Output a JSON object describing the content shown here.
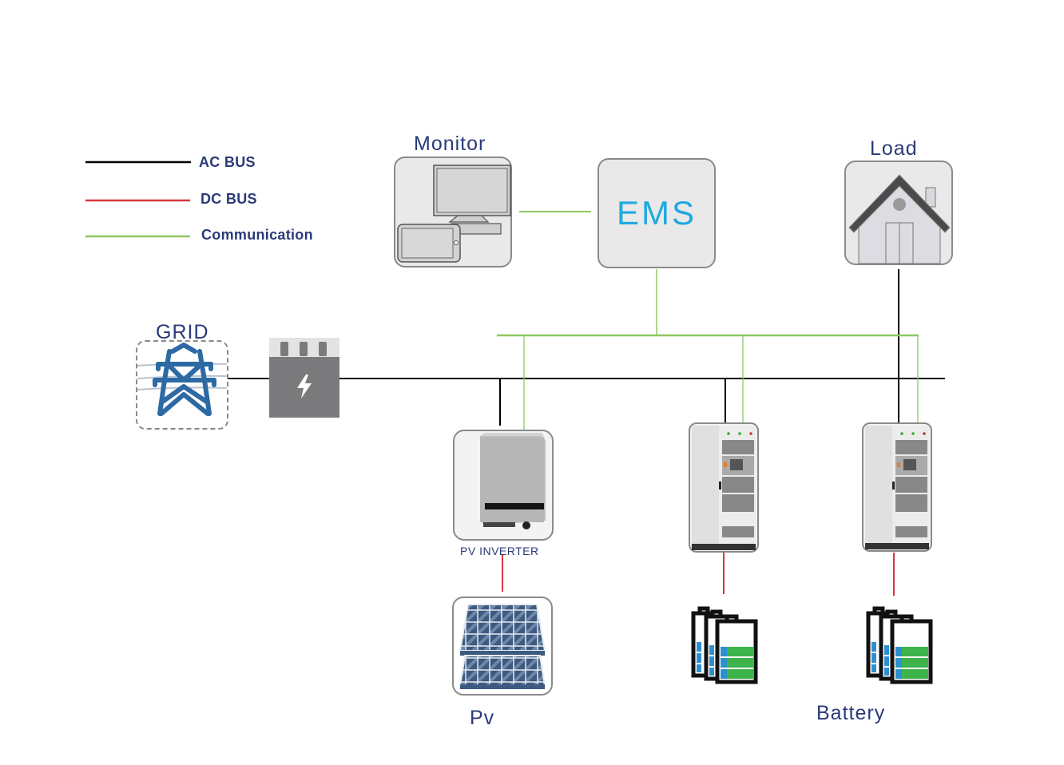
{
  "legend": {
    "items": [
      {
        "label": "AC BUS",
        "color": "#000000"
      },
      {
        "label": "DC BUS",
        "color": "#d9363e"
      },
      {
        "label": "Communication",
        "color": "#8dc863"
      }
    ]
  },
  "nodes": {
    "monitor": {
      "title": "Monitor"
    },
    "ems": {
      "title": "EMS",
      "color": "#1fa9e1"
    },
    "load": {
      "title": "Load"
    },
    "grid": {
      "title": "GRID"
    },
    "transformer": {
      "icon": "lightning-icon"
    },
    "pv_inverter": {
      "title": "PV INVERTER"
    },
    "pv": {
      "title": "Pv"
    },
    "battery": {
      "title": "Battery"
    }
  },
  "colors": {
    "label_text": "#2b3a7a",
    "box_border": "#8a8a8a",
    "box_fill": "#e9e9ea",
    "tower_blue": "#2d6aa3"
  }
}
